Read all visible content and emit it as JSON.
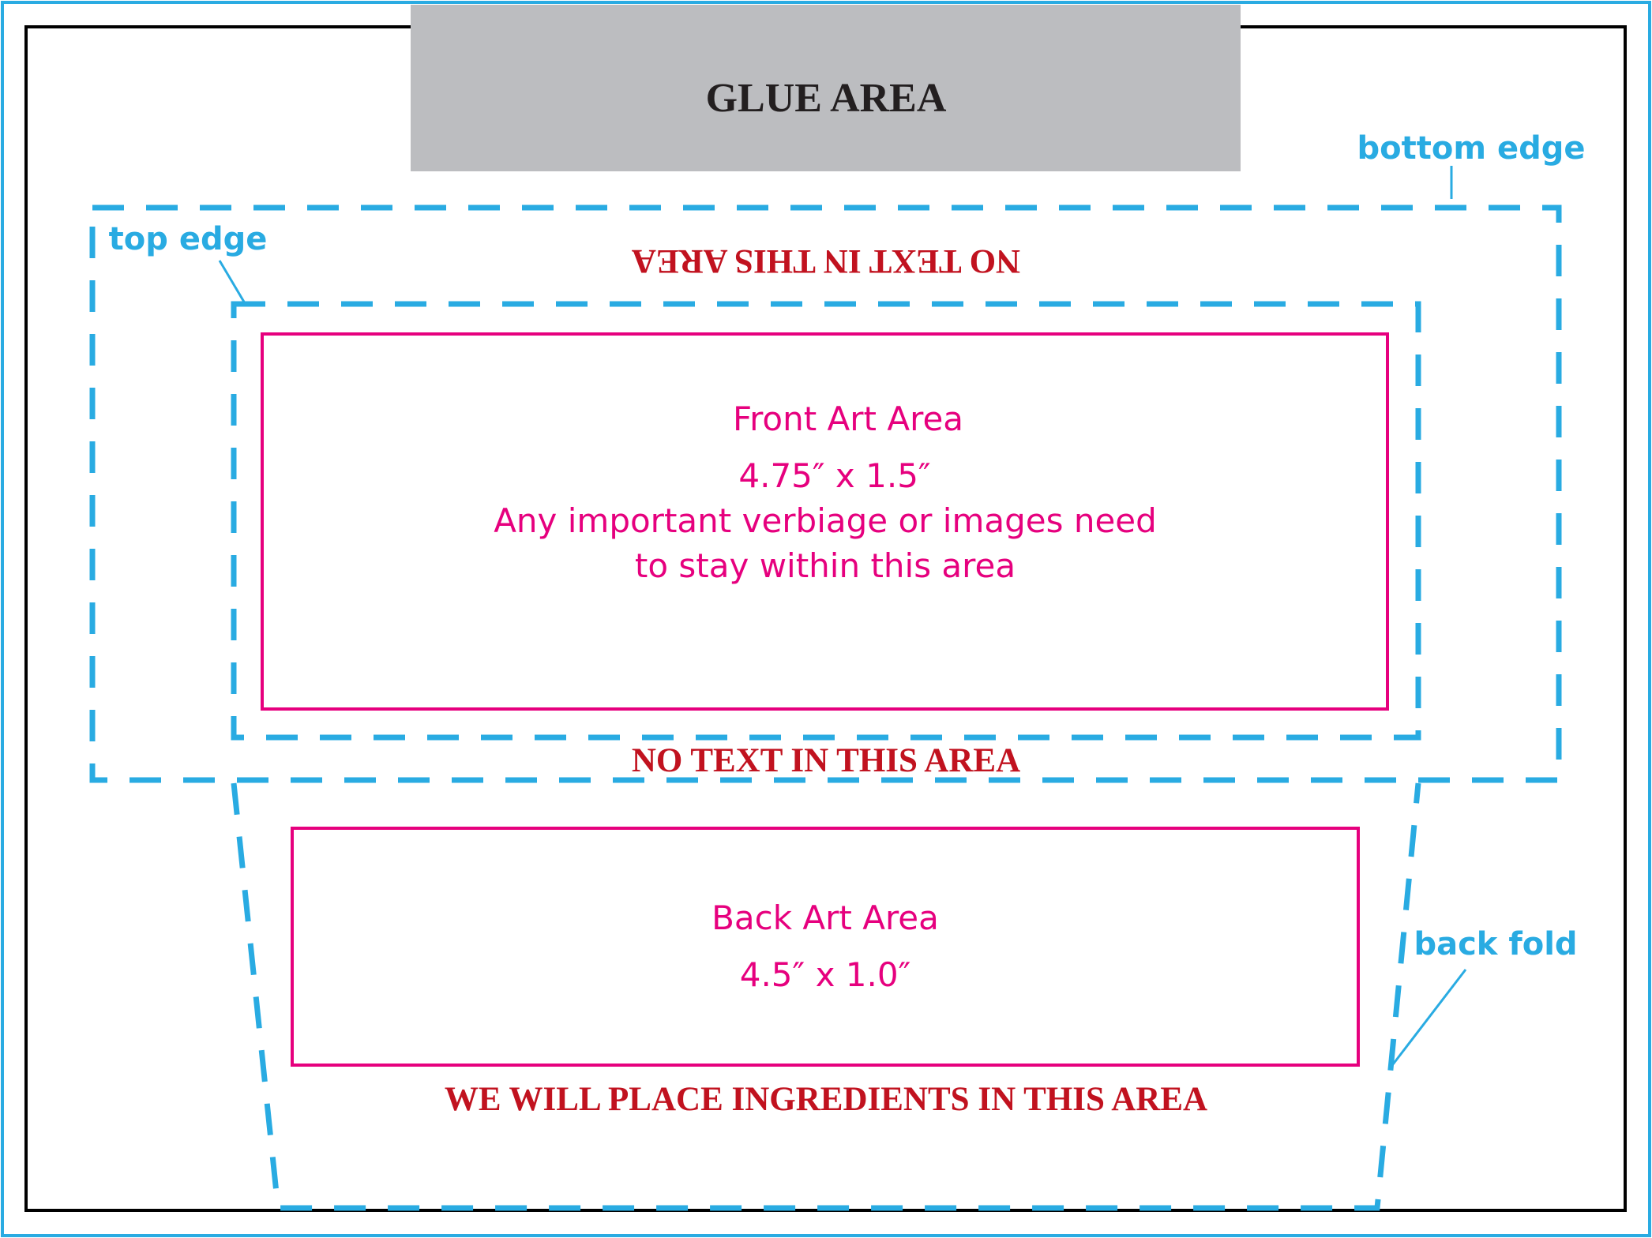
{
  "glue_area": {
    "label": "GLUE AREA",
    "fill_color": "#bcbdc0",
    "text_color": "#231f20"
  },
  "callouts": {
    "bottom_edge": "bottom edge",
    "top_edge": "top edge",
    "back_fold": "back fold"
  },
  "front_art": {
    "title": "Front Art Area",
    "size": "4.75″ x 1.5″",
    "note_line1": "Any important verbiage or images need",
    "note_line2": "to stay within this area"
  },
  "back_art": {
    "title": "Back Art Area",
    "size": "4.5″ x 1.0″"
  },
  "warnings": {
    "no_text_top": "NO TEXT IN THIS AREA",
    "no_text_bottom": "NO TEXT IN THIS AREA",
    "ingredients": "WE WILL PLACE INGREDIENTS IN THIS AREA"
  },
  "colors": {
    "guide_blue": "#29abe2",
    "art_magenta": "#e6007e",
    "warning_red": "#c1121f",
    "trim_black": "#000000"
  }
}
